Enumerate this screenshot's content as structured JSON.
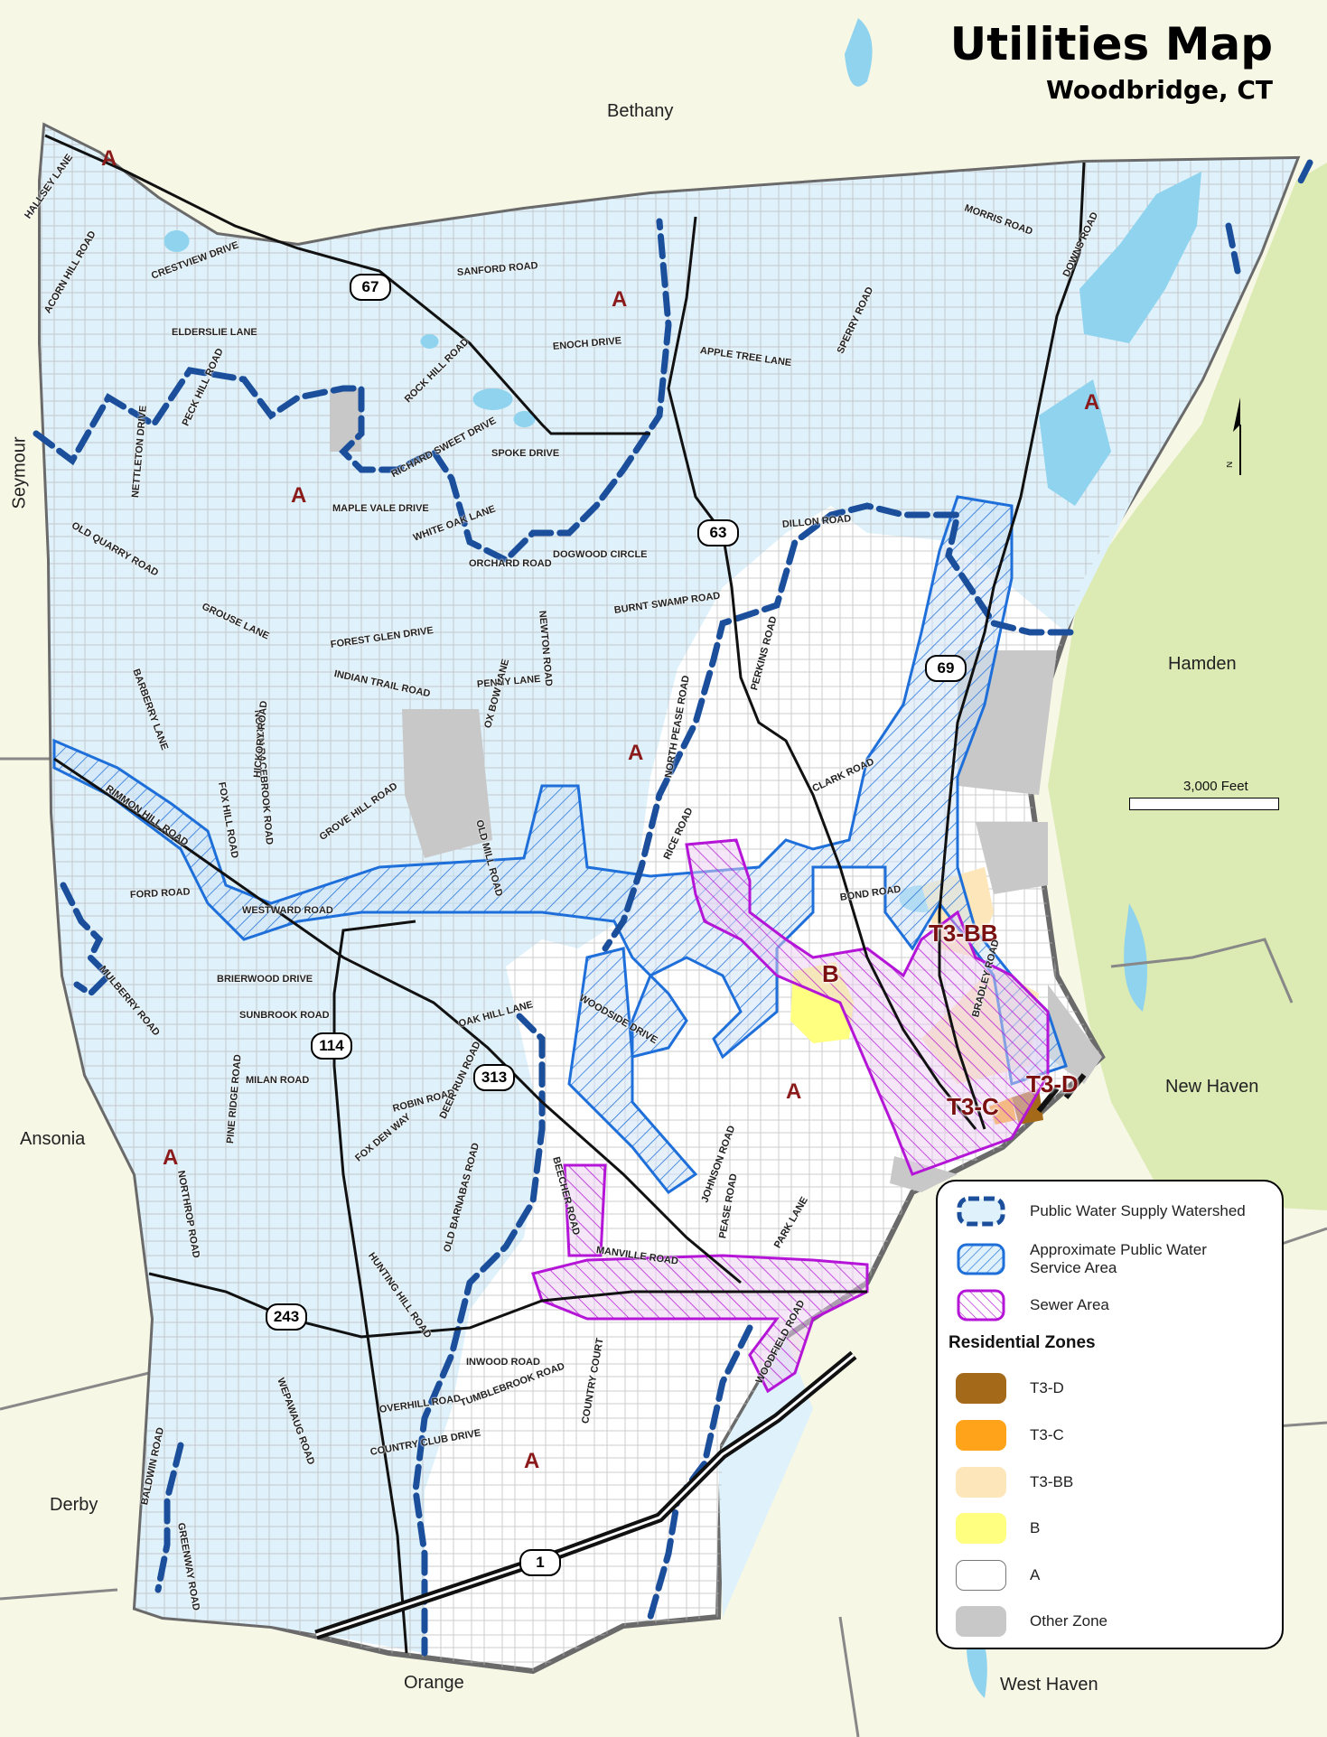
{
  "title": "Utilities Map",
  "subtitle": "Woodbridge, CT",
  "towns": {
    "bethany": "Bethany",
    "seymour": "Seymour",
    "hamden": "Hamden",
    "ansonia": "Ansonia",
    "new_haven": "New Haven",
    "derby": "Derby",
    "orange": "Orange",
    "west_haven": "West Haven"
  },
  "zone_labels": {
    "a": "A",
    "b": "B",
    "t3bb": "T3-BB",
    "t3c": "T3-C",
    "t3d": "T3-D"
  },
  "route_shields": [
    "67",
    "63",
    "69",
    "114",
    "313",
    "243",
    "1"
  ],
  "roads": [
    "HALLSEY LANE",
    "ACORN HILL ROAD",
    "CRESTVIEW DRIVE",
    "SANFORD ROAD",
    "ELDERSLIE LANE",
    "ENOCH DRIVE",
    "APPLE TREE LANE",
    "MORRIS ROAD",
    "DOWNS ROAD",
    "SPERRY ROAD",
    "PECK HILL ROAD",
    "ROCK HILL ROAD",
    "RICHARD SWEET DRIVE",
    "SPOKE DRIVE",
    "MAPLE VALE DRIVE",
    "OLD QUARRY ROAD",
    "NETTLETON DRIVE",
    "WHITE OAK LANE",
    "ORCHARD ROAD",
    "DOGWOOD CIRCLE",
    "NEWTON ROAD",
    "DILLON ROAD",
    "GROUSE LANE",
    "BURNT SWAMP ROAD",
    "FOREST GLEN DRIVE",
    "INDIAN TRAIL ROAD",
    "BARBERRY LANE",
    "NORTH RACEBROOK ROAD",
    "PENNY LANE",
    "PERKINS ROAD",
    "OX BOW LANE",
    "NORTH PEASE ROAD",
    "RIMMON HILL ROAD",
    "HICKORY ROAD",
    "FOX HILL ROAD",
    "GROVE HILL ROAD",
    "OLD MILL ROAD",
    "RICE ROAD",
    "CLARK ROAD",
    "FORD ROAD",
    "WESTWARD ROAD",
    "BOND ROAD",
    "MULBERRY ROAD",
    "BRIERWOOD DRIVE",
    "WOODSIDE DRIVE",
    "SUNBROOK ROAD",
    "OAK HILL LANE",
    "BRADLEY ROAD",
    "MILAN ROAD",
    "PINE RIDGE ROAD",
    "NORTHROP ROAD",
    "ROBIN ROAD",
    "DEER RUN ROAD",
    "FOX DEN WAY",
    "BEECHER ROAD",
    "JOHNSON ROAD",
    "PEASE ROAD",
    "PARK LANE",
    "HUNTING HILL ROAD",
    "OLD BARNABAS ROAD",
    "MANVILLE ROAD",
    "WEPAWAUG ROAD",
    "INWOOD ROAD",
    "WOODFIELD ROAD",
    "OVERHILL ROAD",
    "TUMBLEBROOK ROAD",
    "COUNTRY COURT",
    "COUNTRY CLUB DRIVE",
    "BALDWIN ROAD",
    "GREENWAY ROAD"
  ],
  "legend": {
    "watershed": "Public Water Supply Watershed",
    "service_line1": "Approximate Public Water",
    "service_line2": "Service Area",
    "sewer": "Sewer Area",
    "residential_heading": "Residential Zones",
    "zones": [
      {
        "label": "T3-D",
        "color": "#a5691a"
      },
      {
        "label": "T3-C",
        "color": "#ffa31a"
      },
      {
        "label": "T3-BB",
        "color": "#fde6b9"
      },
      {
        "label": "B",
        "color": "#ffff80"
      },
      {
        "label": "A",
        "color": "#ffffff"
      },
      {
        "label": "Other Zone",
        "color": "#c8c8c8"
      }
    ]
  },
  "scale_label": "3,000  Feet",
  "north_label": "N",
  "colors": {
    "watershed_fill": "#dff1fa",
    "water": "#8fd3ee",
    "water_service": "#1e6fd9",
    "watershed_line": "#1b4f9c",
    "sewer": "#b415d6",
    "outside": "#f7f7e6",
    "park": "#dceab4",
    "other_zone": "#c8c8c8"
  }
}
